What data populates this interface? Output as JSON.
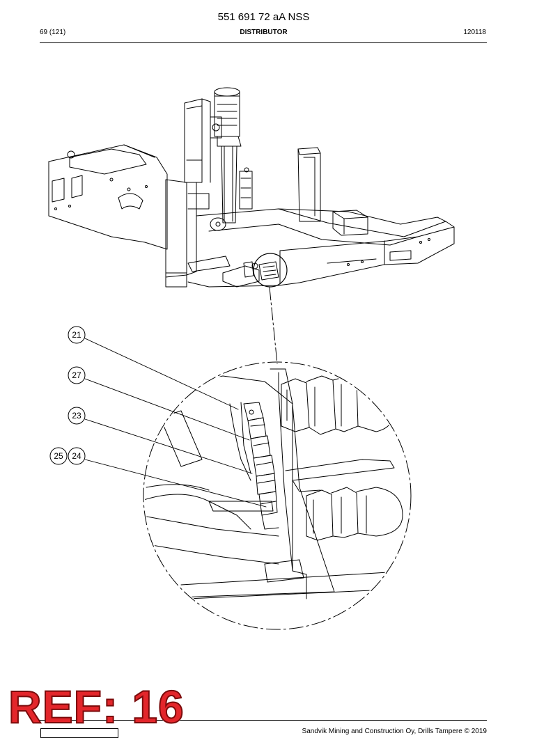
{
  "document": {
    "title": "551 691 72 aA NSS",
    "page": "69 (121)",
    "section": "DISTRIBUTOR",
    "code": "120118"
  },
  "callouts": [
    "21",
    "27",
    "23",
    "25",
    "24"
  ],
  "stamp": "REF: 16",
  "footer": {
    "copyright": "Sandvik Mining and Construction Oy, Drills Tampere © 2019"
  }
}
